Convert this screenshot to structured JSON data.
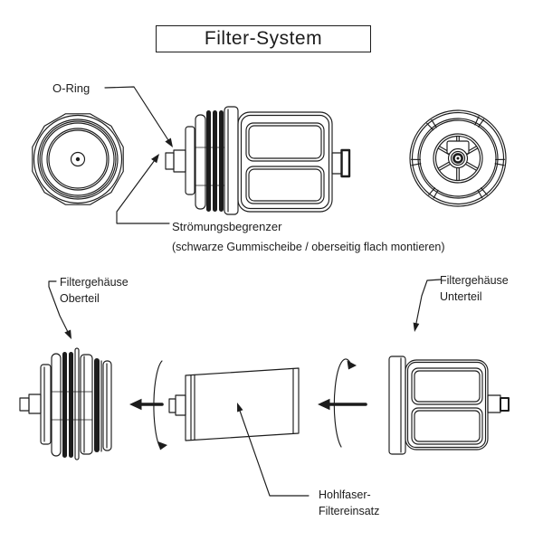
{
  "title": "Filter-System",
  "labels": {
    "o_ring": "O-Ring",
    "stroemungsbegrenzer": "Strömungsbegrenzer",
    "stroemungsbegrenzer_note": "(schwarze Gummischeibe / oberseitig flach montieren)",
    "oberteil_line1": "Filtergehäuse",
    "oberteil_line2": "Oberteil",
    "unterteil_line1": "Filtergehäuse",
    "unterteil_line2": "Unterteil",
    "einsatz_line1": "Hohlfaser-",
    "einsatz_line2": "Filtereinsatz"
  },
  "colors": {
    "line": "#1c1c1c",
    "background": "#ffffff"
  }
}
